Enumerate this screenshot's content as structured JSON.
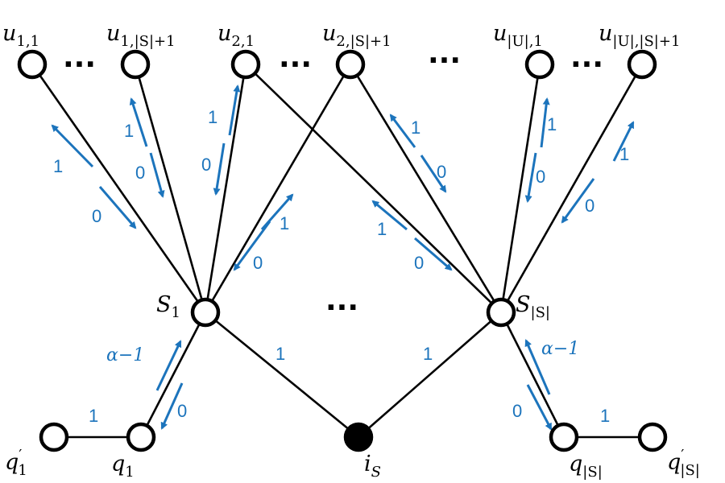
{
  "colors": {
    "edge": "#000000",
    "weight": "#1c74bc",
    "background": "#ffffff"
  },
  "ellipsis": "···",
  "nodes": {
    "u11": {
      "base": "u",
      "sub": "1,1"
    },
    "u1s": {
      "base": "u",
      "sub": "1,|S|+1"
    },
    "u21": {
      "base": "u",
      "sub": "2,1"
    },
    "u2s": {
      "base": "u",
      "sub": "2,|S|+1"
    },
    "uU1": {
      "base": "u",
      "sub": "|U|,1"
    },
    "uUs": {
      "base": "u",
      "sub": "|U|,|S|+1"
    },
    "S1": {
      "base": "S",
      "sub": "1"
    },
    "SS": {
      "base": "S",
      "sub": "|S|"
    },
    "q1": {
      "base": "q",
      "sub": "1"
    },
    "q1p": {
      "base": "q",
      "sup": "′",
      "sub": "1"
    },
    "qS": {
      "base": "q",
      "sub": "|S|"
    },
    "qSp": {
      "base": "q",
      "sup": "′",
      "sub": "|S|"
    },
    "iS": {
      "base": "i",
      "sub": "S"
    }
  },
  "weights": {
    "u11_up": "1",
    "u11_down": "0",
    "u1s_up": "1",
    "u1s_down": "0",
    "u21_up": "1",
    "u21_down": "0",
    "u2s_up": "1",
    "u2s_down": "0",
    "x21_up": "1",
    "x21_down": "0",
    "x2s_up": "1",
    "x2s_down": "0",
    "uU1_up": "1",
    "uU1_down": "0",
    "uUs_up": "1",
    "uUs_down": "0",
    "s1_q": "α−1",
    "q_s1": "0",
    "sS_q": "α−1",
    "q_sS": "0",
    "q1_q1p": "1",
    "qS_qSp": "1",
    "s1_i": "1",
    "sS_i": "1"
  }
}
